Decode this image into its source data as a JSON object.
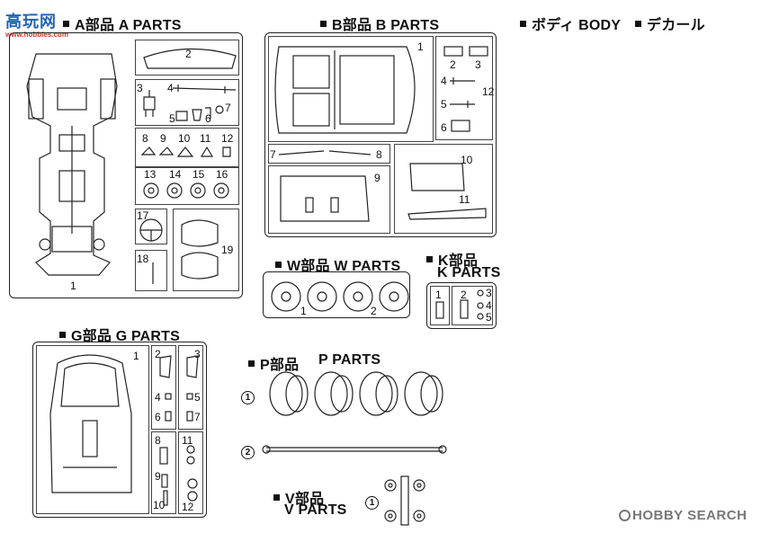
{
  "logo": {
    "site_name": "高玩网",
    "site_url": "www.hobbies.com"
  },
  "headers": {
    "a": "A部品 A PARTS",
    "b": "B部品 B PARTS",
    "body": "ボディ BODY",
    "decal": "デカール",
    "w": "W部品 W PARTS",
    "k_line1": "K部品",
    "k_line2": "K PARTS",
    "g": "G部品 G PARTS",
    "p_jp": "P部品",
    "p_en": "P PARTS",
    "v_line1": "V部品",
    "v_line2": "V PARTS"
  },
  "a_parts": [
    "1",
    "2",
    "3",
    "4",
    "5",
    "6",
    "7",
    "8",
    "9",
    "10",
    "11",
    "12",
    "13",
    "14",
    "15",
    "16",
    "17",
    "18",
    "19"
  ],
  "b_parts": [
    "1",
    "2",
    "3",
    "4",
    "5",
    "6",
    "7",
    "8",
    "9",
    "10",
    "11",
    "12"
  ],
  "w_parts": [
    "1",
    "2"
  ],
  "k_parts": [
    "1",
    "2",
    "3",
    "4",
    "5"
  ],
  "g_parts": [
    "1",
    "2",
    "3",
    "4",
    "5",
    "6",
    "7",
    "8",
    "9",
    "10",
    "11",
    "12"
  ],
  "p_parts": [
    "1",
    "2"
  ],
  "v_parts": [
    "1"
  ],
  "watermark": "HOBBY SEARCH"
}
